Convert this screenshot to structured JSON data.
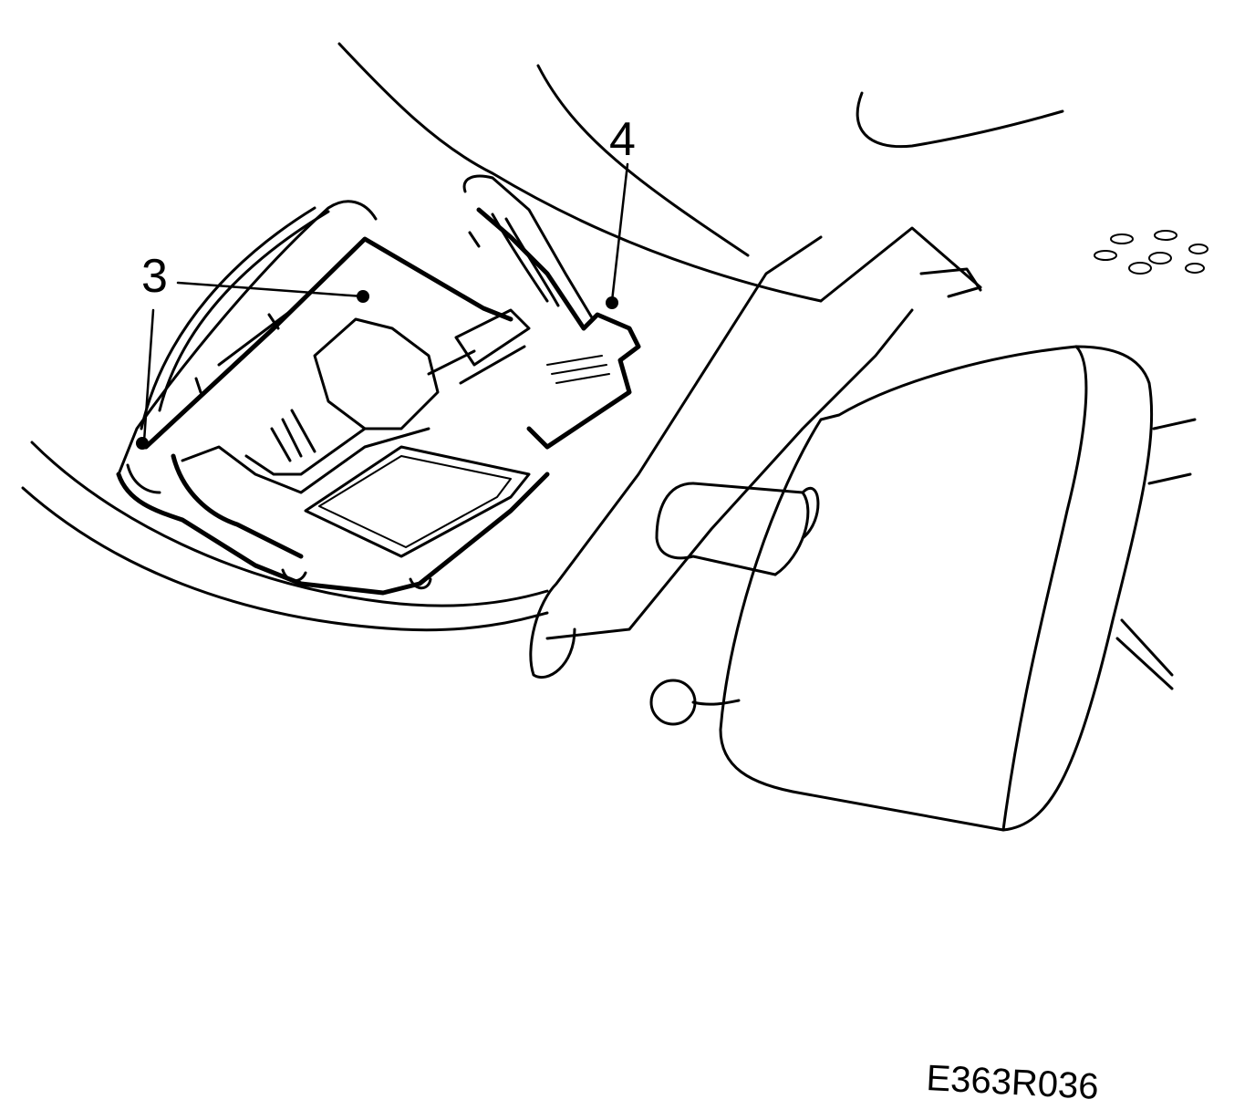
{
  "callouts": [
    {
      "id": "3",
      "label": "3"
    },
    {
      "id": "4",
      "label": "4"
    }
  ],
  "figure_id": "E363R036",
  "colors": {
    "ink": "#000000",
    "background": "#ffffff"
  }
}
